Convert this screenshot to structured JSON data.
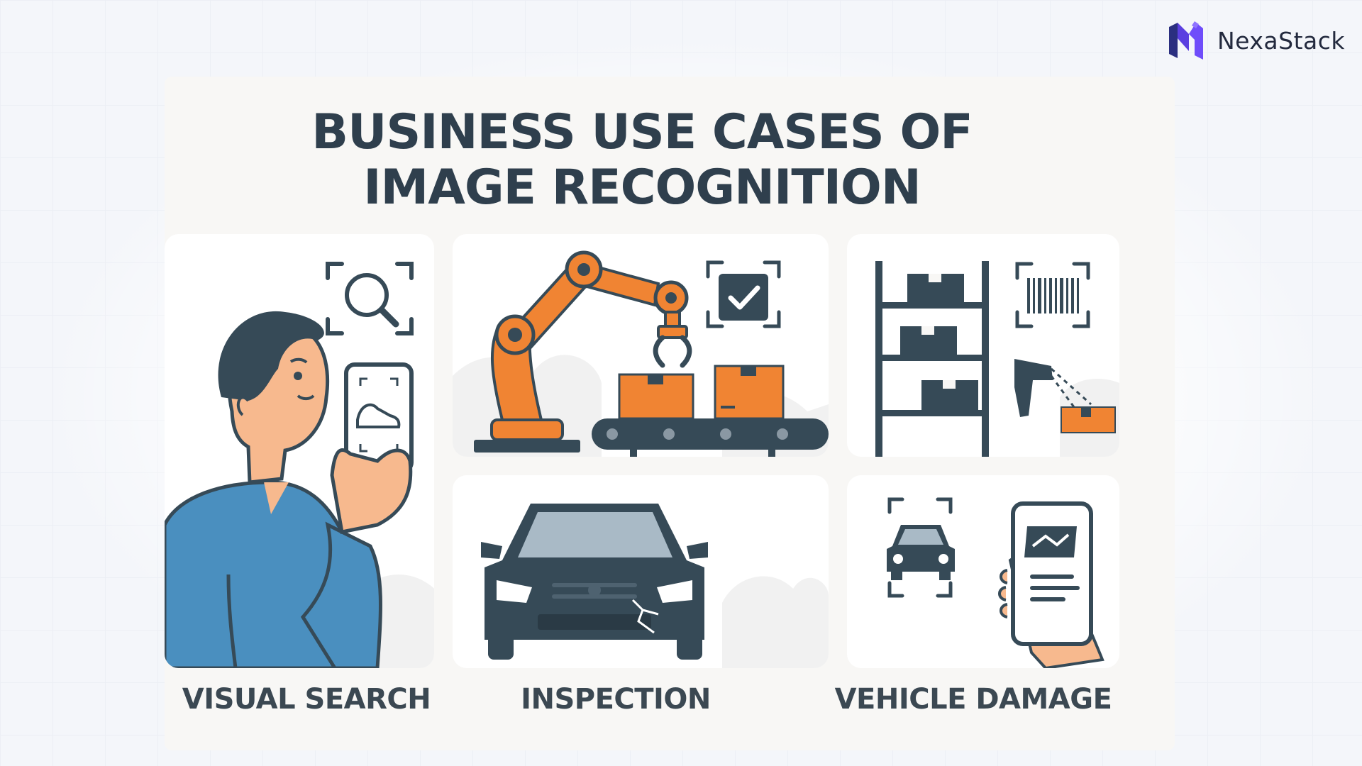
{
  "brand": {
    "name": "NexaStack",
    "accent": "#5b3fe0"
  },
  "title": {
    "line1": "BUSINESS USE CASES OF",
    "line2": "IMAGE RECOGNITION"
  },
  "use_cases": [
    {
      "label": "VISUAL SEARCH",
      "icons": [
        "person-icon",
        "magnifier-icon",
        "smartphone-icon",
        "sneaker-icon"
      ]
    },
    {
      "label": "INSPECTION",
      "icons": [
        "robot-arm-icon",
        "checkmark-icon",
        "conveyor-belt-icon",
        "box-icon",
        "car-icon"
      ]
    },
    {
      "label": "VEHICLE DAMAGE",
      "icons": [
        "shelf-icon",
        "barcode-icon",
        "scanner-icon",
        "car-icon",
        "smartphone-icon"
      ]
    }
  ],
  "colors": {
    "navy": "#364a57",
    "orange": "#f08433",
    "blue": "#4a8fbf",
    "skin": "#f7b98e"
  }
}
